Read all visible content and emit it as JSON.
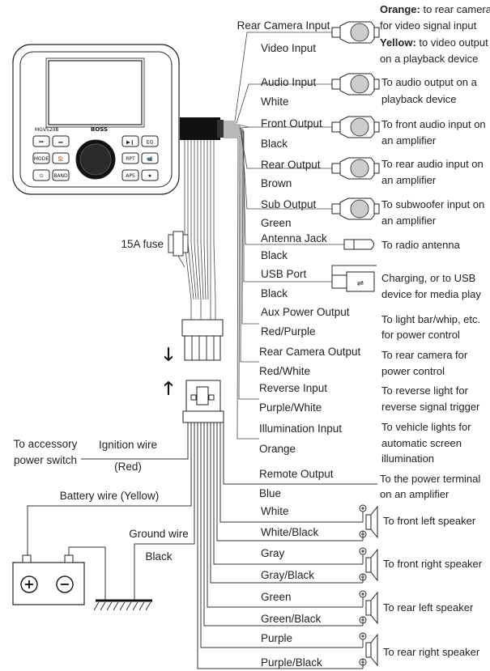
{
  "head_unit": {
    "brand": "BOSS",
    "model": "MGV520B",
    "buttons": [
      "⏮",
      "⏭",
      "▶❙",
      "EQ",
      "MODE",
      "🏠",
      "RPT",
      "📹",
      "⏻",
      "BAND",
      "APS",
      "★"
    ]
  },
  "connectors": [
    {
      "label": "Rear Camera Input",
      "sublabel": "Video Input",
      "desc1_bold": "Orange:",
      "desc1": " to rear camera",
      "desc2": "for video signal input",
      "desc3_bold": "Yellow:",
      "desc3": " to video output",
      "desc4": "on a playback device"
    },
    {
      "label": "Audio Input",
      "sublabel": "White",
      "desc1": "To audio output on a",
      "desc2": "playback device"
    },
    {
      "label": "Front Output",
      "sublabel": "Black",
      "desc1": "To front audio input on",
      "desc2": "an amplifier"
    },
    {
      "label": "Rear Output",
      "sublabel": "Brown",
      "desc1": "To rear audio input on",
      "desc2": "an amplifier"
    },
    {
      "label": "Sub Output",
      "sublabel": "Green",
      "desc1": "To subwoofer input on",
      "desc2": "an amplifier"
    },
    {
      "label": "Antenna Jack",
      "sublabel": "Black",
      "desc1": "To radio antenna"
    },
    {
      "label": "USB Port",
      "sublabel": "Black",
      "desc1": "Charging, or to USB",
      "desc2": "device for media play"
    }
  ],
  "lead_wires": [
    {
      "label": "Aux Power Output",
      "color": "Red/Purple",
      "desc1": "To light bar/whip, etc.",
      "desc2": "for power control"
    },
    {
      "label": "Rear Camera Output",
      "color": "Red/White",
      "desc1": "To rear camera for",
      "desc2": "power control"
    },
    {
      "label": "Reverse Input",
      "color": "Purple/White",
      "desc1": "To reverse light for",
      "desc2": "reverse signal trigger"
    },
    {
      "label": "Illumination Input",
      "color": "Orange",
      "desc1": "To vehicle lights for",
      "desc2": "automatic screen",
      "desc3": "illumination"
    }
  ],
  "fuse": {
    "label": "15A fuse"
  },
  "power": {
    "accessory_label1": "To accessory",
    "accessory_label2": "power switch",
    "ignition_label": "Ignition wire",
    "ignition_color": "(Red)",
    "battery_label": "Battery wire (Yellow)",
    "ground_label": "Ground wire",
    "ground_color": "Black",
    "battery_plus": "+",
    "battery_minus": "−"
  },
  "remote": {
    "label": "Remote Output",
    "color": "Blue",
    "desc1": "To the power terminal",
    "desc2": "on an amplifier"
  },
  "speakers": [
    {
      "pos": "White",
      "neg": "White/Black",
      "desc": "To front left speaker"
    },
    {
      "pos": "Gray",
      "neg": "Gray/Black",
      "desc": "To front right speaker"
    },
    {
      "pos": "Green",
      "neg": "Green/Black",
      "desc": "To rear left speaker"
    },
    {
      "pos": "Purple",
      "neg": "Purple/Black",
      "desc": "To rear right speaker"
    }
  ],
  "arrows": {
    "down": "🡓",
    "up": "🡑"
  }
}
